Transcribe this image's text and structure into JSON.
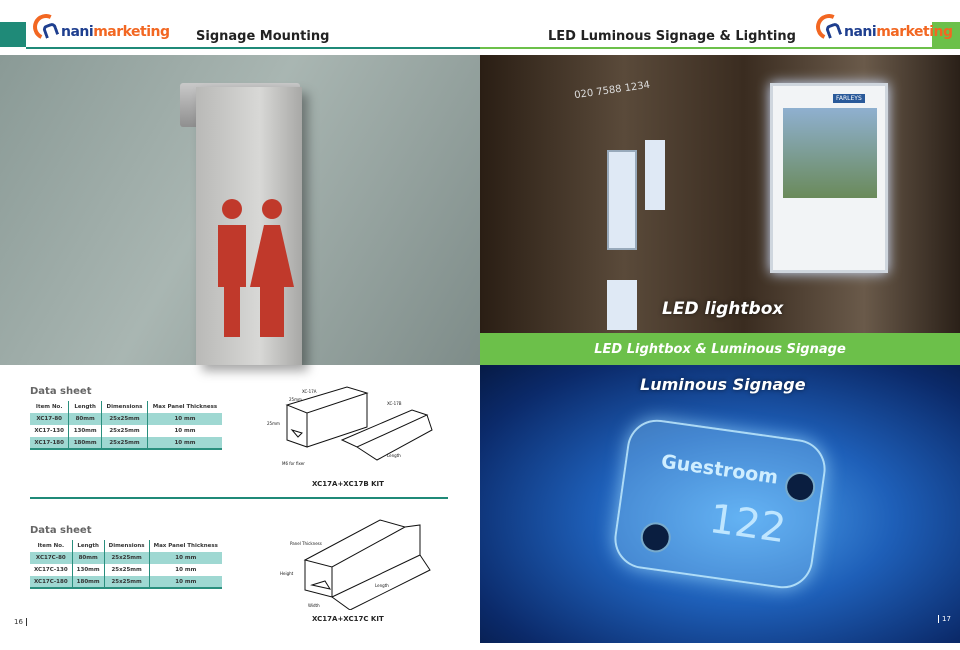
{
  "left_page": {
    "brand": {
      "part1": "nani",
      "part2": "marketing"
    },
    "title": "Signage Mounting",
    "page_number": "16",
    "datasheets": [
      {
        "title": "Data sheet",
        "headers": [
          "Item No.",
          "Length",
          "Dimensions",
          "Max Panel Thickness"
        ],
        "rows": [
          [
            "XC17-80",
            "80mm",
            "25x25mm",
            "10 mm"
          ],
          [
            "XC17-130",
            "130mm",
            "25x25mm",
            "10 mm"
          ],
          [
            "XC17-180",
            "180mm",
            "25x25mm",
            "10 mm"
          ]
        ],
        "diagram_caption": "XC17A+XC17B KIT",
        "diagram_labels": [
          "XC-17A",
          "XC-17B",
          "25mm",
          "25mm",
          "Length",
          "M6 for fixer"
        ]
      },
      {
        "title": "Data sheet",
        "headers": [
          "Item No.",
          "Length",
          "Dimensions",
          "Max Panel Thickness"
        ],
        "rows": [
          [
            "XC17C-80",
            "80mm",
            "25x25mm",
            "10 mm"
          ],
          [
            "XC17C-130",
            "130mm",
            "25x25mm",
            "10 mm"
          ],
          [
            "XC17C-180",
            "180mm",
            "25x25mm",
            "10 mm"
          ]
        ],
        "diagram_caption": "XC17A+XC17C KIT",
        "diagram_labels": [
          "Panel Thickness",
          "Height",
          "Width",
          "Length"
        ]
      }
    ]
  },
  "right_page": {
    "brand": {
      "part1": "nani",
      "part2": "marketing"
    },
    "title": "LED Luminous Signage & Lighting",
    "page_number": "17",
    "photo1_caption": "LED lightbox",
    "photo1_sign_text": [
      "020 7588 1234",
      "FARLEYS"
    ],
    "band_label": "LED Lightbox & Luminous Signage",
    "photo2_caption": "Luminous Signage",
    "plate_text": "Guestroom",
    "plate_number": "122"
  },
  "colors": {
    "teal": "#1f8a78",
    "green": "#6cc04a",
    "orange": "#f26722",
    "navy": "#1f3f8f"
  }
}
